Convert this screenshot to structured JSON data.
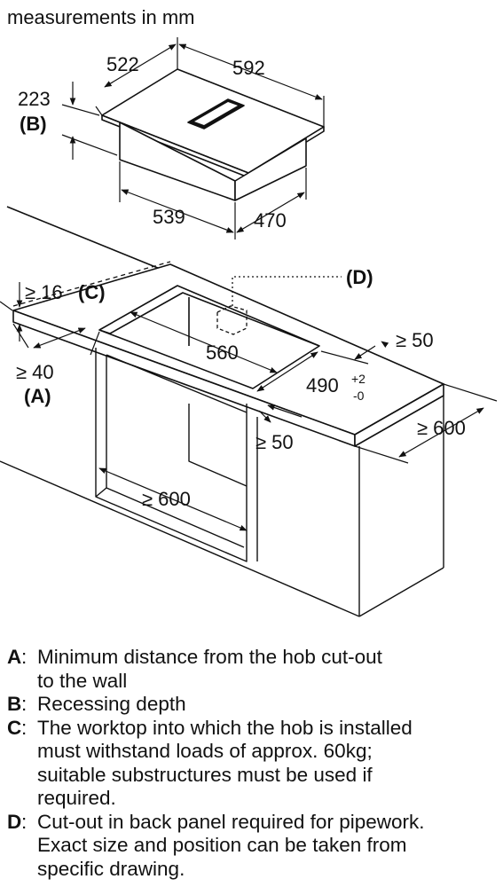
{
  "header": {
    "units_note": "measurements in mm"
  },
  "hob_dimensions": {
    "depth": "522",
    "width": "592",
    "height": "223",
    "height_marker": "(B)",
    "cutout_width": "539",
    "cutout_depth": "470"
  },
  "worktop_dimensions": {
    "marker_d": "(D)",
    "min_thickness": "≥ 16",
    "min_thickness_marker": "(C)",
    "wall_distance": "≥ 40",
    "wall_distance_marker": "(A)",
    "cutout_width": "560",
    "cutout_depth": "490",
    "cutout_depth_tolerance_plus": "+2",
    "cutout_depth_tolerance_minus": "-0",
    "side_clearance_top": "≥ 50",
    "front_clearance": "≥ 50",
    "cabinet_depth": "≥ 600",
    "cabinet_width": "≥ 600"
  },
  "legend": [
    {
      "key": "A",
      "text": "Minimum distance from the hob cut-out\nto the wall"
    },
    {
      "key": "B",
      "text": "Recessing depth"
    },
    {
      "key": "C",
      "text": "The worktop into which the hob is installed\nmust withstand loads of approx. 60kg;\nsuitable substructures must be used if\nrequired."
    },
    {
      "key": "D",
      "text": "Cut-out in back panel required for pipework.\nExact size and position can be taken from\nspecific drawing."
    }
  ],
  "colors": {
    "line": "#111111",
    "background": "#ffffff"
  }
}
